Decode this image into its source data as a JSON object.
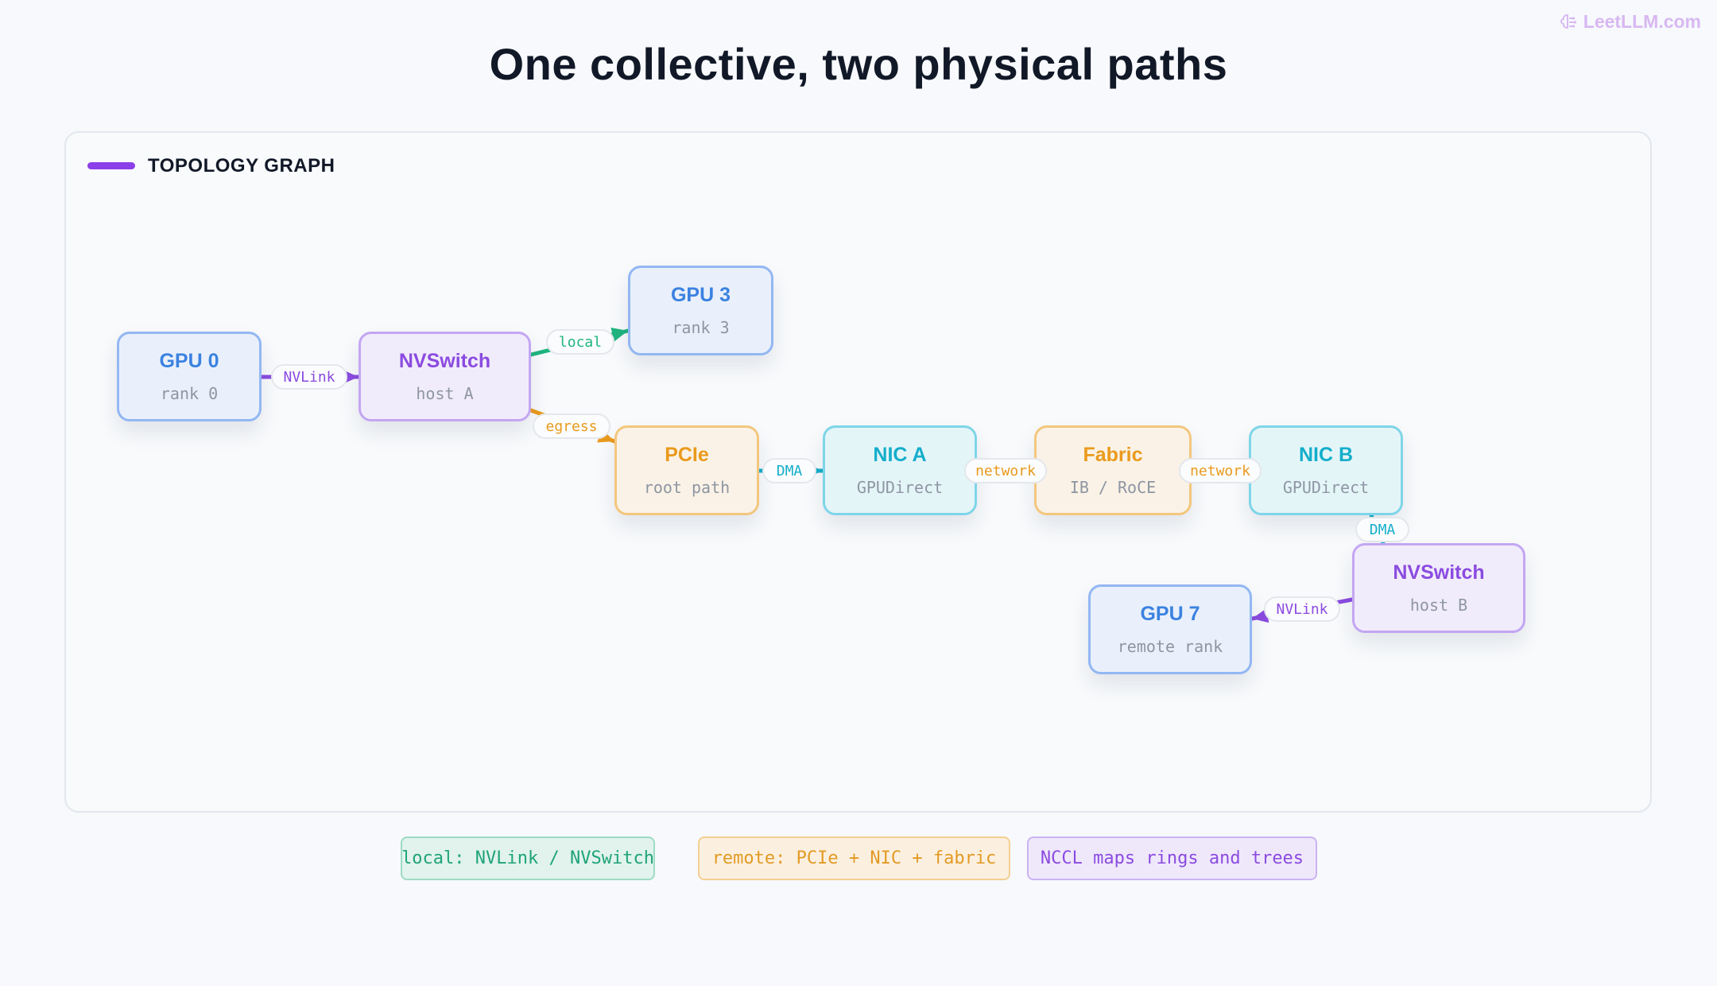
{
  "brand": {
    "text": "LeetLLM.com",
    "color": "#d8b8f2"
  },
  "title": "One collective, two physical paths",
  "panel": {
    "label": "TOPOLOGY GRAPH",
    "accent": "#8b3fe8"
  },
  "nodes": [
    {
      "id": "gpu0",
      "title": "GPU 0",
      "subtitle": "rank 0",
      "kind": "gpu"
    },
    {
      "id": "nvswitch_a",
      "title": "NVSwitch",
      "subtitle": "host A",
      "kind": "nvswitch"
    },
    {
      "id": "gpu3",
      "title": "GPU 3",
      "subtitle": "rank 3",
      "kind": "gpu"
    },
    {
      "id": "pcie",
      "title": "PCIe",
      "subtitle": "root path",
      "kind": "pcie"
    },
    {
      "id": "nic_a",
      "title": "NIC A",
      "subtitle": "GPUDirect",
      "kind": "nic"
    },
    {
      "id": "fabric",
      "title": "Fabric",
      "subtitle": "IB / RoCE",
      "kind": "pcie"
    },
    {
      "id": "nic_b",
      "title": "NIC B",
      "subtitle": "GPUDirect",
      "kind": "nic"
    },
    {
      "id": "nvswitch_b",
      "title": "NVSwitch",
      "subtitle": "host B",
      "kind": "nvswitch"
    },
    {
      "id": "gpu7",
      "title": "GPU 7",
      "subtitle": "remote rank",
      "kind": "gpu"
    }
  ],
  "edges": [
    {
      "from": "gpu0",
      "to": "nvswitch_a",
      "label": "NVLink",
      "color": "#8b4be0"
    },
    {
      "from": "nvswitch_a",
      "to": "gpu3",
      "label": "local",
      "color": "#1fb47e"
    },
    {
      "from": "nvswitch_a",
      "to": "pcie",
      "label": "egress",
      "color": "#ea9a1c"
    },
    {
      "from": "pcie",
      "to": "nic_a",
      "label": "DMA",
      "color": "#14aecb"
    },
    {
      "from": "nic_a",
      "to": "fabric",
      "label": "network",
      "color": "#ea9a1c"
    },
    {
      "from": "fabric",
      "to": "nic_b",
      "label": "network",
      "color": "#ea9a1c"
    },
    {
      "from": "nic_b",
      "to": "nvswitch_b",
      "label": "DMA",
      "color": "#14aecb"
    },
    {
      "from": "nvswitch_b",
      "to": "gpu7",
      "label": "NVLink",
      "color": "#8b4be0"
    }
  ],
  "legend": [
    {
      "text": "local: NVLink / NVSwitch",
      "color": "#1fa37a",
      "bg": "#e1f3ec",
      "border": "#9edbc4"
    },
    {
      "text": "remote: PCIe + NIC + fabric",
      "color": "#e39a25",
      "bg": "#fbf0e0",
      "border": "#f3cf91"
    },
    {
      "text": "NCCL maps rings and trees",
      "color": "#8b4be0",
      "bg": "#efe8fb",
      "border": "#cbb3f2"
    }
  ]
}
